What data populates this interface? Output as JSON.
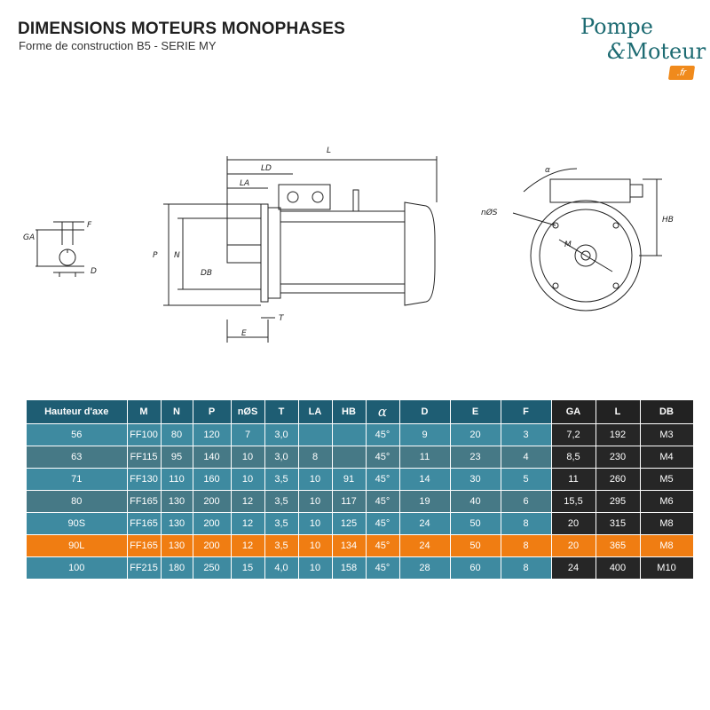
{
  "header": {
    "title": "DIMENSIONS MOTEURS MONOPHASES",
    "subtitle": "Forme de construction B5 - SERIE MY"
  },
  "logo": {
    "line1": "Pompe",
    "amp": "&",
    "line2": "Moteur",
    "suffix": ".fr"
  },
  "drawing_labels": {
    "L": "L",
    "LD": "LD",
    "LA": "LA",
    "P": "P",
    "N": "N",
    "DB": "DB",
    "T": "T",
    "E": "E",
    "GA": "GA",
    "F": "F",
    "D": "D",
    "alpha": "α",
    "nS": "nØS",
    "M": "M",
    "HB": "HB"
  },
  "table": {
    "headers": [
      "Hauteur d'axe",
      "M",
      "N",
      "P",
      "nØS",
      "T",
      "LA",
      "HB",
      "α",
      "D",
      "E",
      "F",
      "GA",
      "L",
      "DB"
    ],
    "rows": [
      [
        "56",
        "FF100",
        "80",
        "120",
        "7",
        "3,0",
        "",
        "",
        "45°",
        "9",
        "20",
        "3",
        "7,2",
        "192",
        "M3"
      ],
      [
        "63",
        "FF115",
        "95",
        "140",
        "10",
        "3,0",
        "8",
        "",
        "45°",
        "11",
        "23",
        "4",
        "8,5",
        "230",
        "M4"
      ],
      [
        "71",
        "FF130",
        "110",
        "160",
        "10",
        "3,5",
        "10",
        "91",
        "45°",
        "14",
        "30",
        "5",
        "11",
        "260",
        "M5"
      ],
      [
        "80",
        "FF165",
        "130",
        "200",
        "12",
        "3,5",
        "10",
        "117",
        "45°",
        "19",
        "40",
        "6",
        "15,5",
        "295",
        "M6"
      ],
      [
        "90S",
        "FF165",
        "130",
        "200",
        "12",
        "3,5",
        "10",
        "125",
        "45°",
        "24",
        "50",
        "8",
        "20",
        "315",
        "M8"
      ],
      [
        "90L",
        "FF165",
        "130",
        "200",
        "12",
        "3,5",
        "10",
        "134",
        "45°",
        "24",
        "50",
        "8",
        "20",
        "365",
        "M8"
      ],
      [
        "100",
        "FF215",
        "180",
        "250",
        "15",
        "4,0",
        "10",
        "158",
        "45°",
        "28",
        "60",
        "8",
        "24",
        "400",
        "M10"
      ]
    ],
    "highlight_row": "90L"
  },
  "colors": {
    "header_teal": "#1e5d73",
    "row_teal": "#3e8aa0",
    "row_teal_alt": "#467986",
    "dark_columns": "#262626",
    "highlight_orange": "#f07d12",
    "logo_teal": "#1d6b72"
  }
}
